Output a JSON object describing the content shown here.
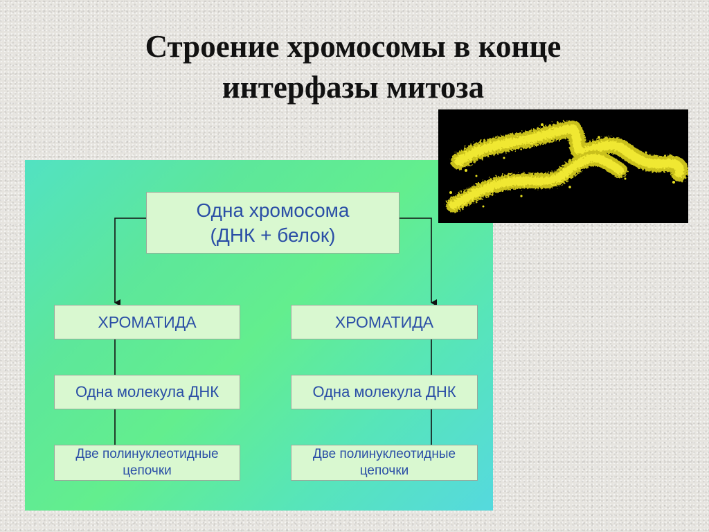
{
  "title": {
    "line1": "Строение хромосомы в конце",
    "line2": "интерфазы митоза"
  },
  "diagram": {
    "root": {
      "line1": "Одна хромосома",
      "line2": "(ДНК + белок)"
    },
    "left": {
      "chromatid": "ХРОМАТИДА",
      "dna": "Одна молекула ДНК",
      "chains_line1": "Две полинуклеотидные",
      "chains_line2": "цепочки"
    },
    "right": {
      "chromatid": "ХРОМАТИДА",
      "dna": "Одна молекула ДНК",
      "chains_line1": "Две полинуклеотидные",
      "chains_line2": "цепочки"
    }
  },
  "colors": {
    "panel_green": "#63ee8e",
    "panel_cyan": "#55d9de",
    "box_fill": "#d9f8d0",
    "box_text": "#2a4ea6",
    "chromosome_yellow": "#e8e020",
    "photo_background": "#000000"
  }
}
